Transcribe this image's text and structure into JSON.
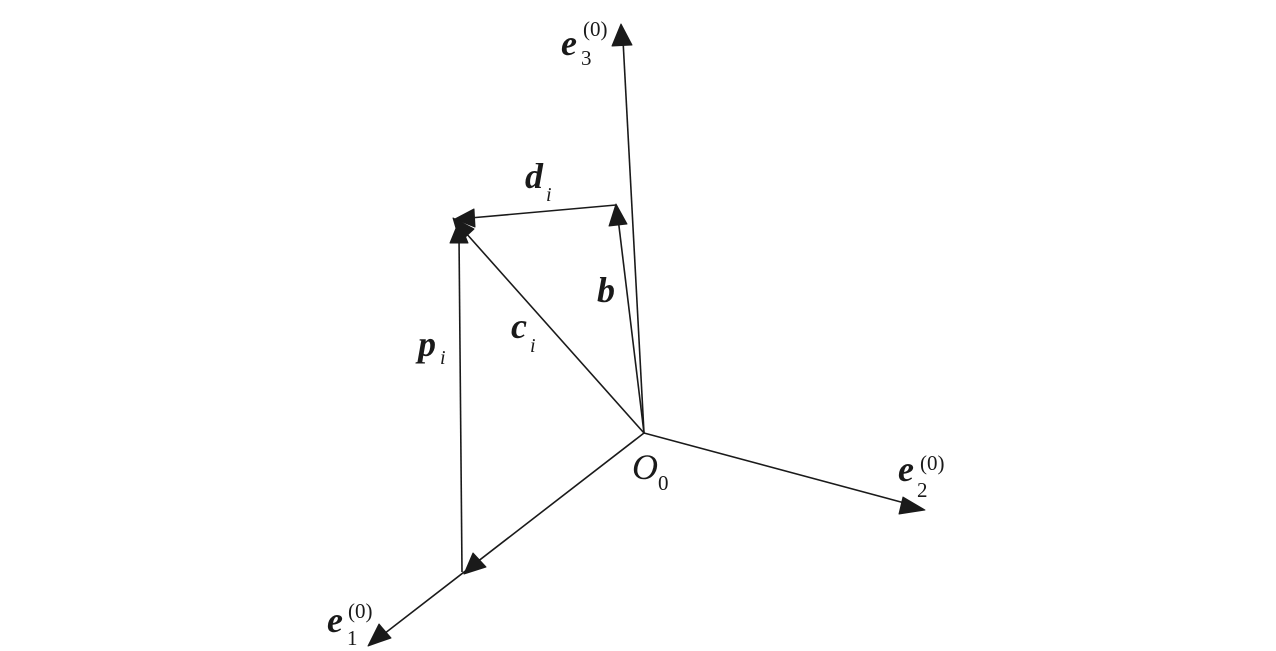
{
  "diagram": {
    "origin": {
      "main": "O",
      "sub": "0"
    },
    "axes": {
      "e1": {
        "main": "e",
        "sup": "(0)",
        "sub": "1"
      },
      "e2": {
        "main": "e",
        "sup": "(0)",
        "sub": "2"
      },
      "e3": {
        "main": "e",
        "sup": "(0)",
        "sub": "3"
      }
    },
    "vectors": {
      "b": {
        "main": "b"
      },
      "c": {
        "main": "c",
        "sub": "i"
      },
      "d": {
        "main": "d",
        "sub": "i"
      },
      "p": {
        "main": "p",
        "sub": "i"
      }
    }
  }
}
